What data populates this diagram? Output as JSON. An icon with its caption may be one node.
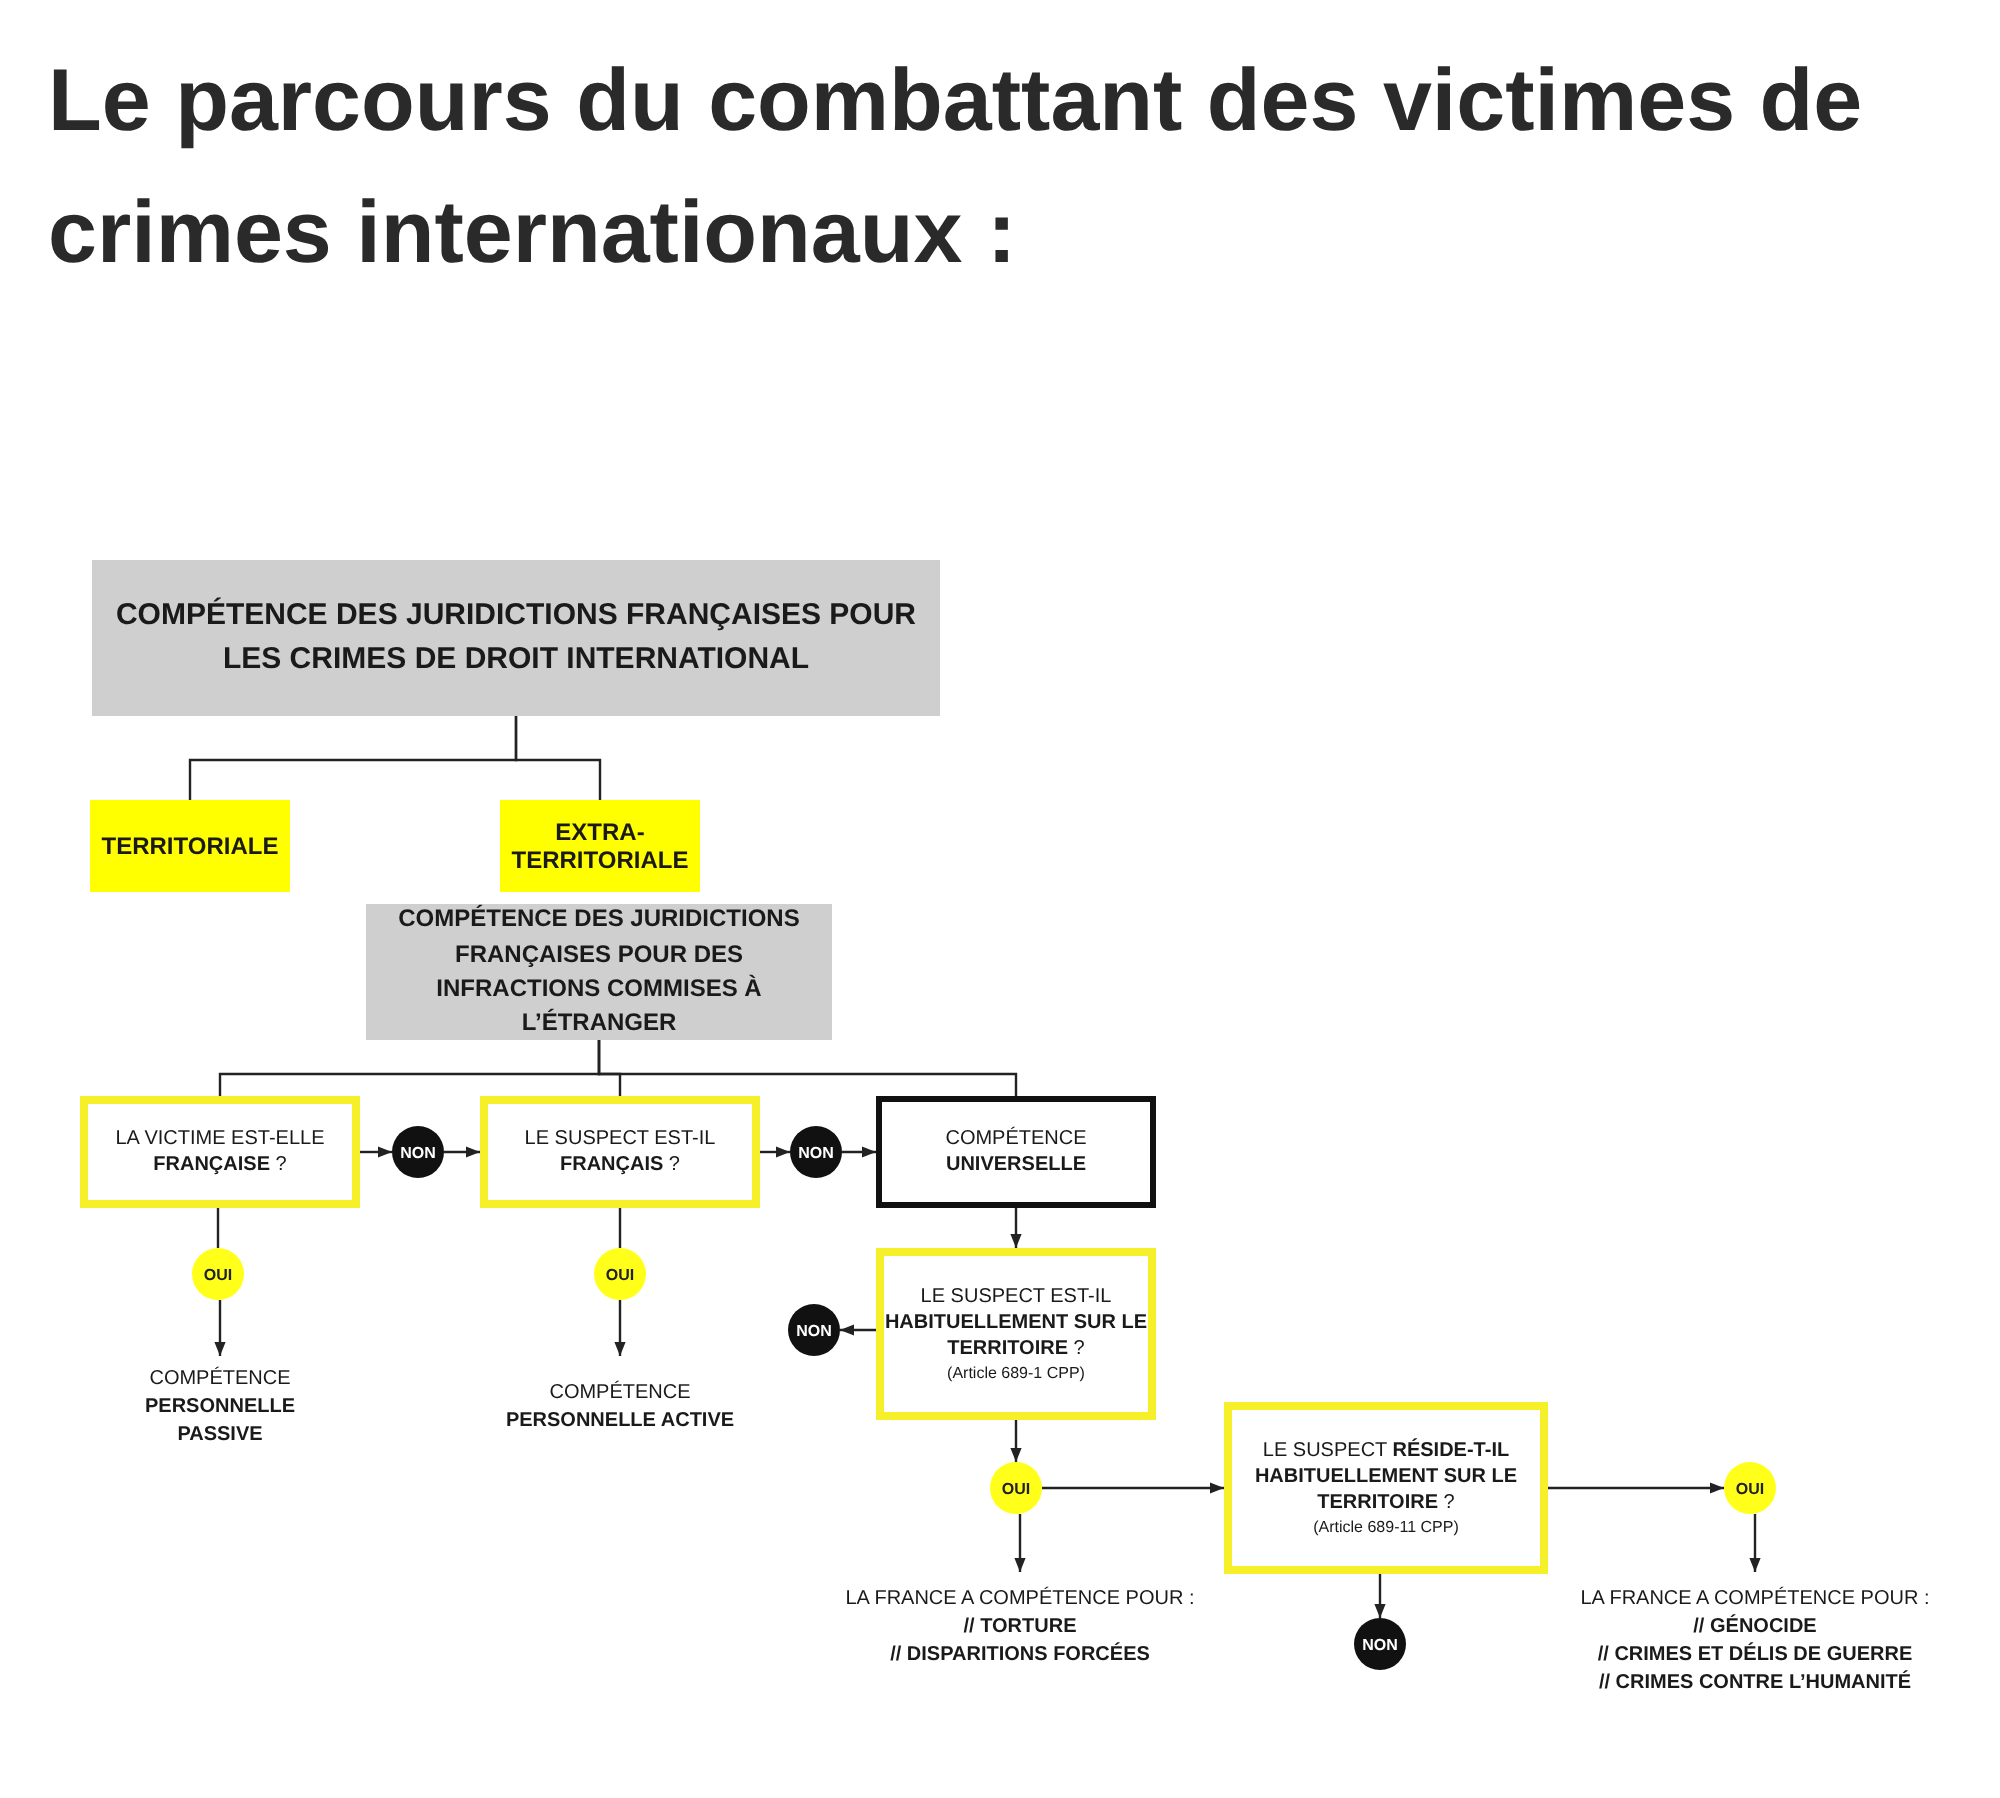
{
  "diagram": {
    "title": "Le parcours du combattant des victimes de crimes internationaux :",
    "nodes": [
      {
        "text": [
          "COMPÉTENCE DES JURIDICTIONS FRANÇAISES POUR LES CRIMES DE DROIT INTERNATIONAL"
        ]
      },
      {
        "text": [
          "TERRITORIALE"
        ]
      },
      {
        "text": [
          "EXTRA-TERRITORIALE"
        ]
      },
      {
        "text": [
          "COMPÉTENCE DES JURIDICTIONS FRANÇAISES POUR DES INFRACTIONS COMMISES À L’ÉTRANGER"
        ]
      },
      {
        "text": [
          "LA VICTIME EST-ELLE **FRANÇAISE** ?"
        ]
      },
      {
        "text": [
          "NON"
        ]
      },
      {
        "text": [
          "LE SUSPECT EST-IL **FRANÇAIS** ?"
        ]
      },
      {
        "text": [
          "NON"
        ]
      },
      {
        "text": [
          "COMPÉTENCE **UNIVERSELLE**"
        ]
      },
      {
        "text": [
          "OUI"
        ]
      },
      {
        "text": [
          "COMPÉTENCE **PERSONNELLE PASSIVE**"
        ]
      },
      {
        "text": [
          "OUI"
        ]
      },
      {
        "text": [
          "COMPÉTENCE **PERSONNELLE ACTIVE**"
        ]
      },
      {
        "text": [
          "LE SUSPECT EST-IL **HABITUELLEMENT SUR LE TERRITOIRE** ?",
          "(Article 689-1 CPP)"
        ]
      },
      {
        "text": [
          "NON"
        ]
      },
      {
        "text": [
          "OUI"
        ]
      },
      {
        "text": [
          "LE SUSPECT **RÉSIDE-T-IL HABITUELLEMENT SUR LE TERRITOIRE** ?",
          "(Article 689-11 CPP)"
        ]
      },
      {
        "text": [
          "OUI"
        ]
      },
      {
        "text": [
          "LA FRANCE A COMPÉTENCE POUR :",
          "// TORTURE",
          "// DISPARITIONS FORCÉES"
        ]
      },
      {
        "text": [
          "NON"
        ]
      },
      {
        "text": [
          "LA FRANCE A COMPÉTENCE POUR :",
          "// GÉNOCIDE",
          "// CRIMES ET DÉLIS DE GUERRE",
          "// CRIMES CONTRE L’HUMANITÉ"
        ]
      }
    ],
    "edges": [
      {
        "from": 0,
        "to": 1,
        "arrow": "none"
      },
      {
        "from": 0,
        "to": 2,
        "arrow": "none"
      },
      {
        "from": 3,
        "to": 4,
        "arrow": "none"
      },
      {
        "from": 3,
        "to": 6,
        "arrow": "none"
      },
      {
        "from": 3,
        "to": 8,
        "arrow": "none"
      },
      {
        "from": 4,
        "to": 5,
        "arrow": "to"
      },
      {
        "from": 5,
        "to": 6,
        "arrow": "to"
      },
      {
        "from": 6,
        "to": 7,
        "arrow": "to"
      },
      {
        "from": 7,
        "to": 8,
        "arrow": "to"
      },
      {
        "from": 4,
        "to": 9,
        "arrow": "none"
      },
      {
        "from": 9,
        "to": 10,
        "arrow": "to"
      },
      {
        "from": 6,
        "to": 11,
        "arrow": "none"
      },
      {
        "from": 11,
        "to": 12,
        "arrow": "to"
      },
      {
        "from": 8,
        "to": 13,
        "arrow": "to"
      },
      {
        "from": 13,
        "to": 14,
        "arrow": "to"
      },
      {
        "from": 13,
        "to": 15,
        "arrow": "to"
      },
      {
        "from": 15,
        "to": 16,
        "arrow": "to"
      },
      {
        "from": 15,
        "to": 18,
        "arrow": "to"
      },
      {
        "from": 16,
        "to": 17,
        "arrow": "to"
      },
      {
        "from": 16,
        "to": 19,
        "arrow": "to"
      },
      {
        "from": 17,
        "to": 20,
        "arrow": "to"
      }
    ]
  }
}
